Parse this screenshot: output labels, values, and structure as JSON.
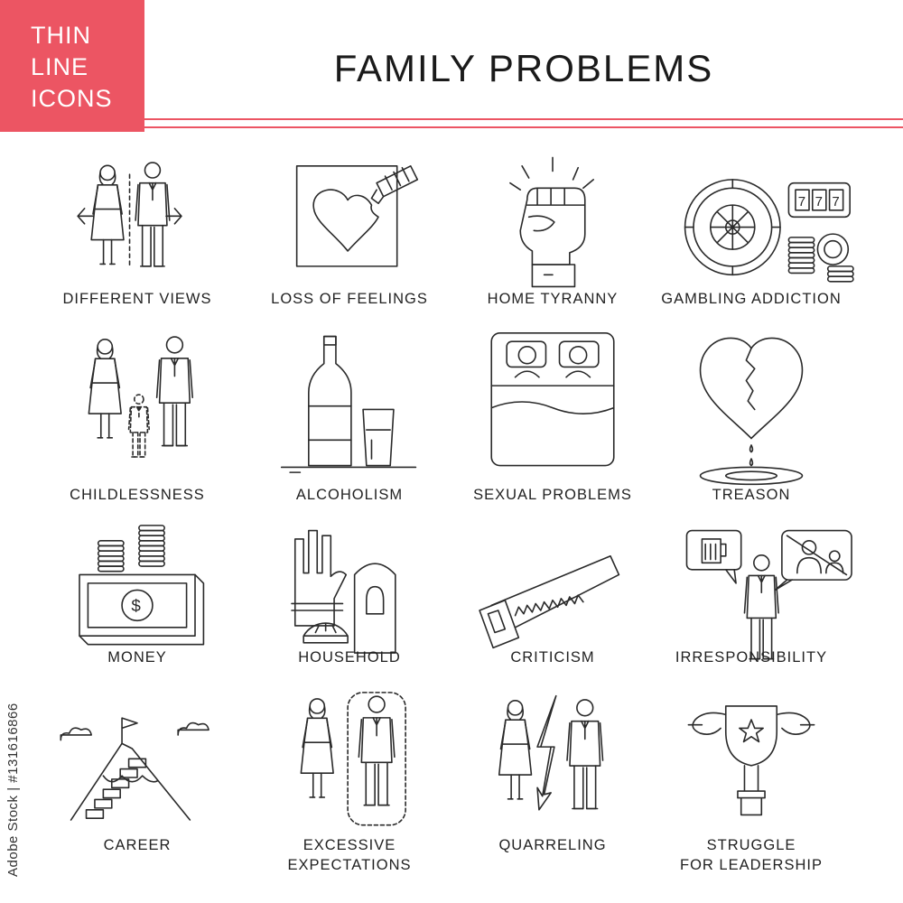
{
  "badge": {
    "line1": "THIN",
    "line2": "LINE",
    "line3": "ICONS"
  },
  "title": "FAMILY PROBLEMS",
  "credit": "Adobe Stock | #131616866",
  "colors": {
    "accent": "#ec5563",
    "stroke": "#2a2a2a",
    "background": "#ffffff"
  },
  "icons": [
    {
      "icon": "couple-arrows-icon",
      "label": "DIFFERENT VIEWS"
    },
    {
      "icon": "heart-eraser-icon",
      "label": "LOSS OF FEELINGS"
    },
    {
      "icon": "fist-icon",
      "label": "HOME TYRANNY"
    },
    {
      "icon": "roulette-slot-icon",
      "label": "GAMBLING ADDICTION"
    },
    {
      "icon": "couple-ghost-child-icon",
      "label": "CHILDLESSNESS"
    },
    {
      "icon": "bottle-glass-icon",
      "label": "ALCOHOLISM"
    },
    {
      "icon": "bed-couple-icon",
      "label": "SEXUAL PROBLEMS"
    },
    {
      "icon": "broken-heart-icon",
      "label": "TREASON"
    },
    {
      "icon": "banknote-coins-icon",
      "label": "MONEY"
    },
    {
      "icon": "gloves-bucket-icon",
      "label": "HOUSEHOLD"
    },
    {
      "icon": "saw-icon",
      "label": "CRITICISM"
    },
    {
      "icon": "man-speech-bubbles-icon",
      "label": "IRRESPONSIBILITY"
    },
    {
      "icon": "mountain-stairs-flag-icon",
      "label": "CAREER"
    },
    {
      "icon": "couple-dashed-outline-icon",
      "label": "EXCESSIVE\nEXPECTATIONS"
    },
    {
      "icon": "couple-lightning-icon",
      "label": "QUARRELING"
    },
    {
      "icon": "trophy-hands-icon",
      "label": "STRUGGLE\nFOR LEADERSHIP"
    }
  ]
}
